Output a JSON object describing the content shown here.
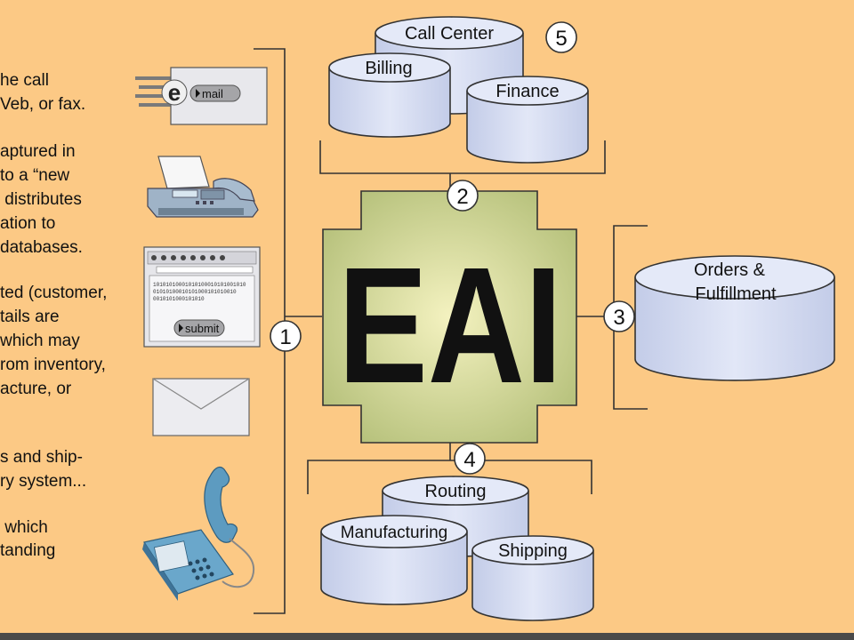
{
  "left_text": {
    "lines": [
      "he call",
      "Veb, or fax.",
      "aptured in",
      "to a “new",
      " distributes",
      "ation to",
      "databases.",
      "ted (customer,",
      "tails are",
      "which may",
      "rom inventory,",
      "acture, or",
      "s and ship-",
      "ry system...",
      " which",
      "tanding"
    ]
  },
  "icons": {
    "email_label": "mail",
    "email_letter": "e",
    "form_label": "submit",
    "form_binary": [
      "10101010001010100010101001010",
      "01010100010101000101010010",
      "0010101000101010"
    ]
  },
  "eai": {
    "label": "EAI"
  },
  "steps": {
    "one": "1",
    "two": "2",
    "three": "3",
    "four": "4",
    "five": "5"
  },
  "databases": {
    "call_center": "Call Center",
    "billing": "Billing",
    "finance": "Finance",
    "orders_line1": "Orders &",
    "orders_line2": "Fulfillment",
    "routing": "Routing",
    "manufacturing": "Manufacturing",
    "shipping": "Shipping"
  },
  "colors": {
    "background": "#fcc985",
    "db_fill": "#d2daf0",
    "db_top": "#e4e9f8",
    "eai_light": "#f3f0b8",
    "eai_dark": "#b6c17a",
    "footer_bar": "#4a4a4a"
  }
}
